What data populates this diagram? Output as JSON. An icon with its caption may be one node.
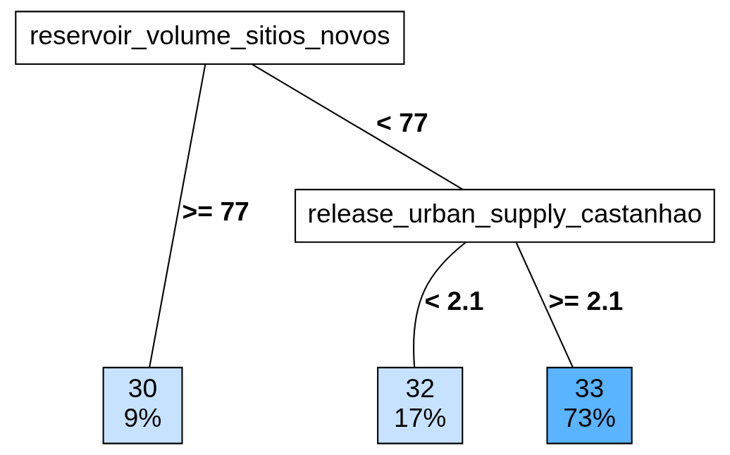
{
  "diagram": {
    "nodes": [
      {
        "text": [
          "reservoir_volume_sitios_novos"
        ]
      },
      {
        "text": [
          "30",
          "9%"
        ]
      },
      {
        "text": [
          "release_urban_supply_castanhao"
        ]
      },
      {
        "text": [
          "32",
          "17%"
        ]
      },
      {
        "text": [
          "33",
          "73%"
        ]
      }
    ],
    "edges": [
      {
        "from": 0,
        "to": 1,
        "arrow": "none",
        "label": ">= 77"
      },
      {
        "from": 0,
        "to": 2,
        "arrow": "none",
        "label": "< 77"
      },
      {
        "from": 2,
        "to": 3,
        "arrow": "none",
        "label": "< 2.1"
      },
      {
        "from": 2,
        "to": 4,
        "arrow": "none",
        "label": ">= 2.1"
      }
    ]
  }
}
